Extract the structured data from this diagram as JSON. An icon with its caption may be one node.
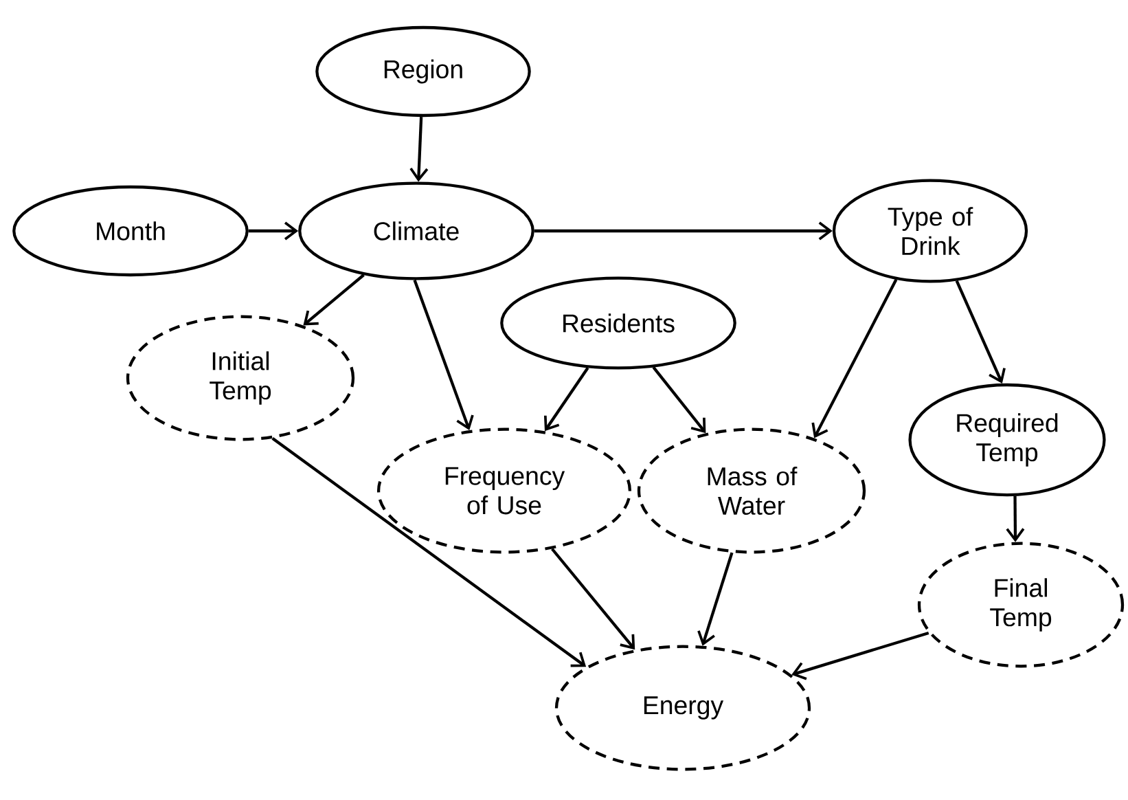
{
  "diagram": {
    "nodes": [
      {
        "text": [
          "Region"
        ]
      },
      {
        "text": [
          "Month"
        ]
      },
      {
        "text": [
          "Climate"
        ]
      },
      {
        "text": [
          "Type of Drink"
        ]
      },
      {
        "text": [
          "Initial Temp"
        ]
      },
      {
        "text": [
          "Residents"
        ]
      },
      {
        "text": [
          "Required Temp"
        ]
      },
      {
        "text": [
          "Frequency of Use"
        ]
      },
      {
        "text": [
          "Mass of Water"
        ]
      },
      {
        "text": [
          "Final Temp"
        ]
      },
      {
        "text": [
          "Energy"
        ]
      }
    ],
    "edges": [
      {
        "from": 0,
        "to": 2,
        "arrow": "to"
      },
      {
        "from": 1,
        "to": 2,
        "arrow": "to"
      },
      {
        "from": 2,
        "to": 3,
        "arrow": "to"
      },
      {
        "from": 2,
        "to": 4,
        "arrow": "to"
      },
      {
        "from": 2,
        "to": 7,
        "arrow": "to"
      },
      {
        "from": 5,
        "to": 7,
        "arrow": "to"
      },
      {
        "from": 5,
        "to": 8,
        "arrow": "to"
      },
      {
        "from": 3,
        "to": 8,
        "arrow": "to"
      },
      {
        "from": 3,
        "to": 6,
        "arrow": "to"
      },
      {
        "from": 6,
        "to": 9,
        "arrow": "to"
      },
      {
        "from": 4,
        "to": 10,
        "arrow": "to"
      },
      {
        "from": 7,
        "to": 10,
        "arrow": "to"
      },
      {
        "from": 8,
        "to": 10,
        "arrow": "to"
      },
      {
        "from": 9,
        "to": 10,
        "arrow": "to"
      }
    ]
  }
}
